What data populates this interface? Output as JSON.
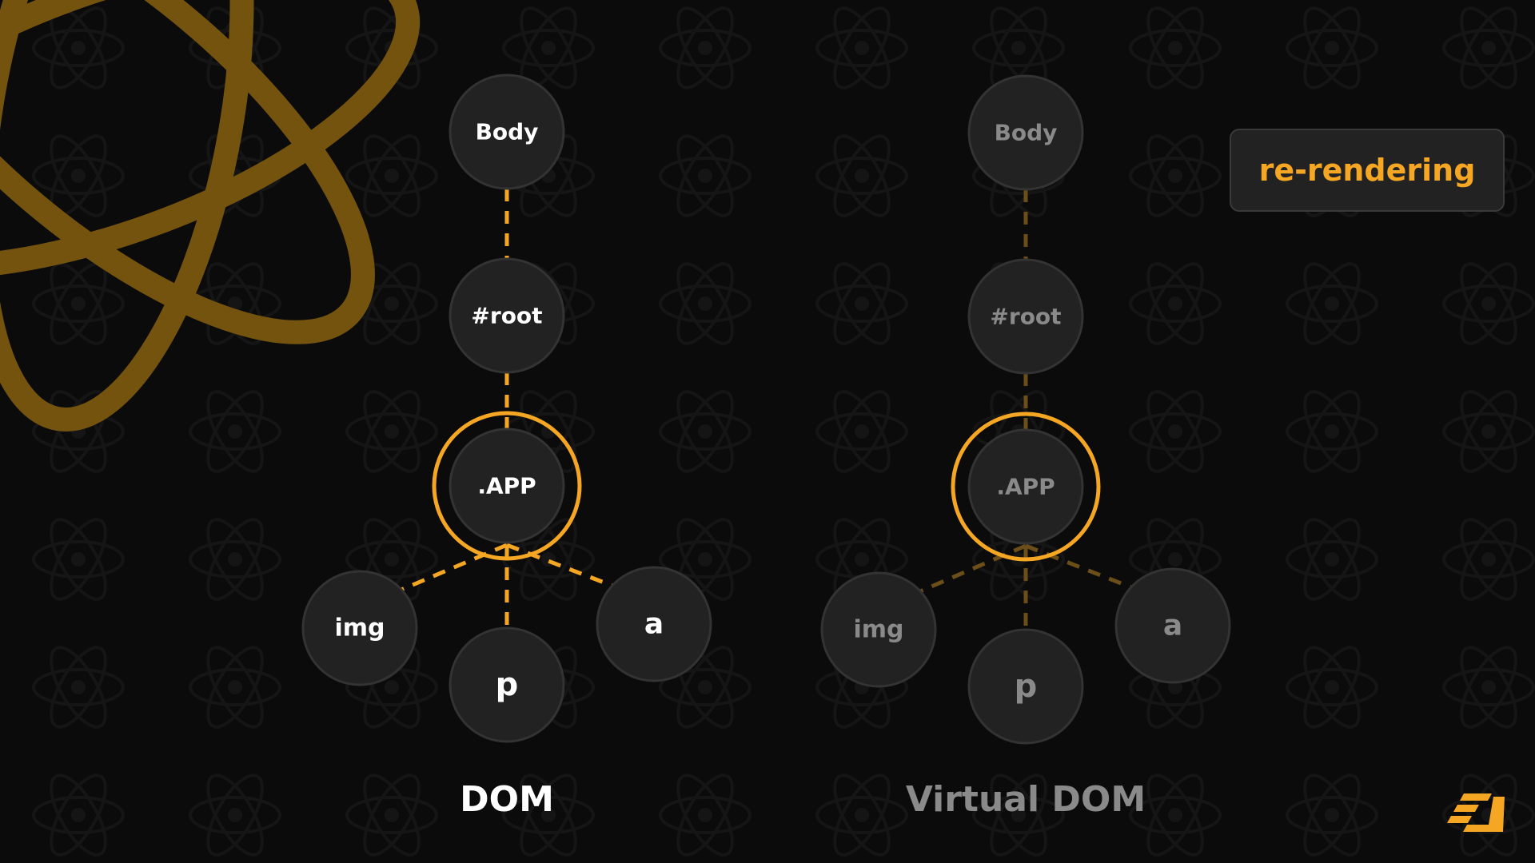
{
  "colors": {
    "background": "#0b0b0b",
    "accent": "#f5a623",
    "node_fill": "#222222",
    "node_stroke": "#333333",
    "deco_gold": "#74530f"
  },
  "trees": [
    {
      "title": "DOM",
      "active": true,
      "nodes": {
        "body": "Body",
        "root": "#root",
        "app": ".APP",
        "img": "img",
        "p": "p",
        "a": "a"
      }
    },
    {
      "title": "Virtual DOM",
      "active": false,
      "nodes": {
        "body": "Body",
        "root": "#root",
        "app": ".APP",
        "img": "img",
        "p": "p",
        "a": "a"
      }
    }
  ],
  "badge": {
    "label": "re-rendering"
  },
  "icons": {
    "background_pattern": "react-atom-icon",
    "corner_logo": "brand-logo-icon"
  }
}
